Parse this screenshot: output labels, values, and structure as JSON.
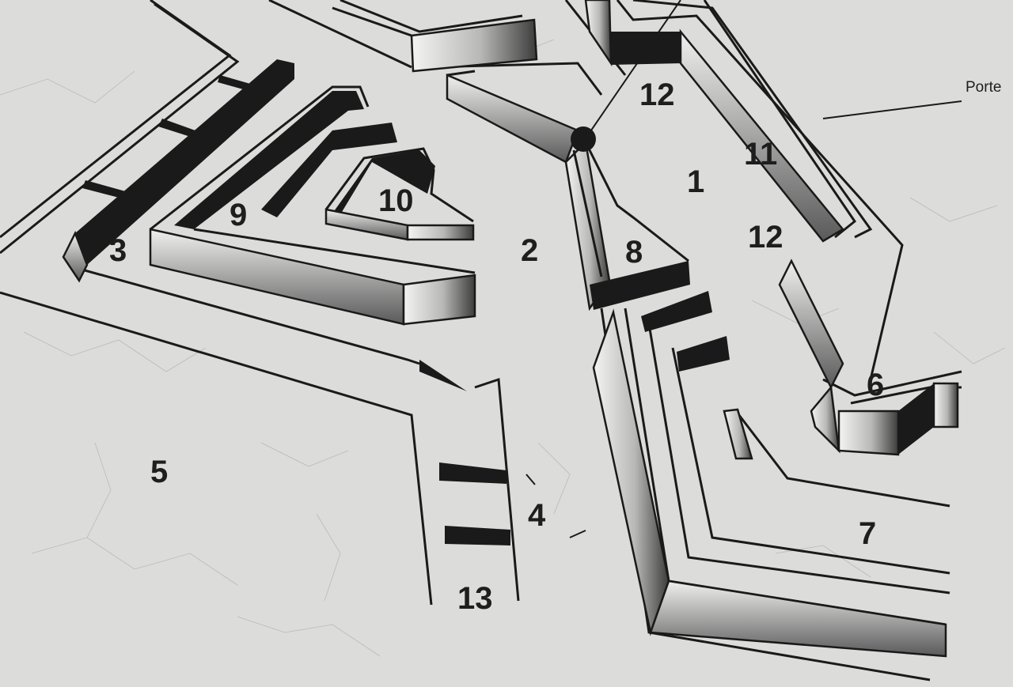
{
  "colors": {
    "background": "#dcdddb",
    "ink": "#1a1a1a"
  },
  "labels": [
    {
      "id": "1",
      "text": "1"
    },
    {
      "id": "2",
      "text": "2"
    },
    {
      "id": "3",
      "text": "3"
    },
    {
      "id": "4",
      "text": "4"
    },
    {
      "id": "5",
      "text": "5"
    },
    {
      "id": "6",
      "text": "6"
    },
    {
      "id": "7",
      "text": "7"
    },
    {
      "id": "8",
      "text": "8"
    },
    {
      "id": "9",
      "text": "9"
    },
    {
      "id": "10",
      "text": "10"
    },
    {
      "id": "11",
      "text": "11"
    },
    {
      "id": "12a",
      "text": "12"
    },
    {
      "id": "12b",
      "text": "12"
    },
    {
      "id": "13",
      "text": "13"
    }
  ],
  "gate_label": "Porte"
}
